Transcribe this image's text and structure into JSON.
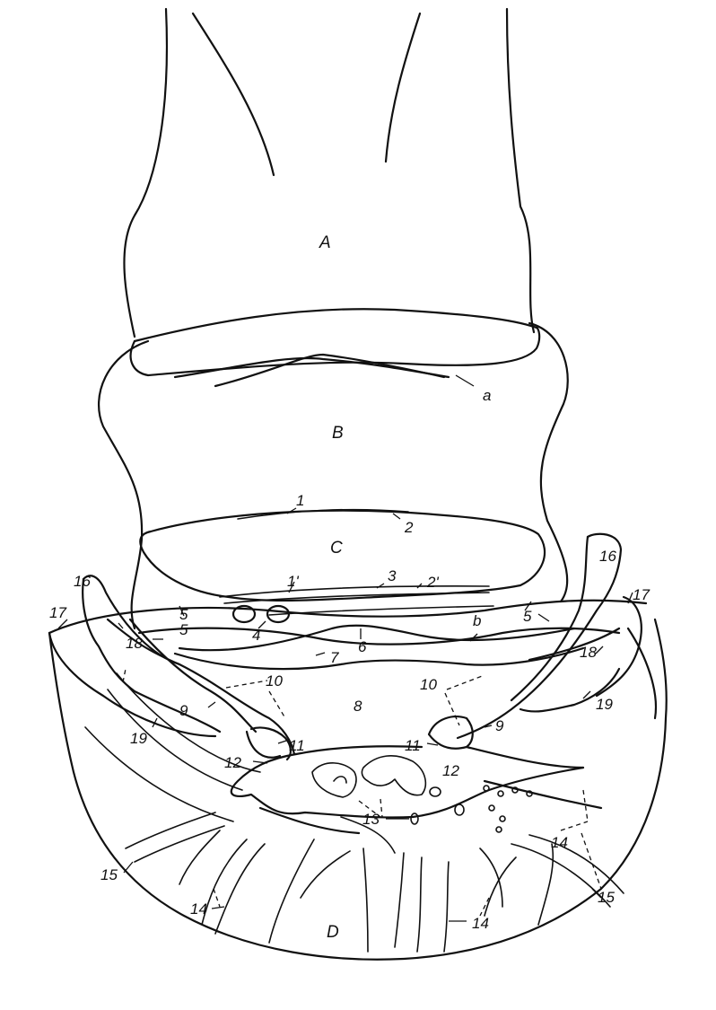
{
  "labels": {
    "A": "A",
    "B": "B",
    "C": "C",
    "D": "D",
    "a": "a",
    "b": "b",
    "n1": "1",
    "n1p": "1'",
    "n2": "2",
    "n2p": "2'",
    "n3": "3",
    "n4": "4",
    "n5": "5",
    "n6": "6",
    "n7": "7",
    "n8": "8",
    "n9": "9",
    "n10": "10",
    "n11": "11",
    "n12": "12",
    "n13": "13",
    "n14": "14",
    "n15": "15",
    "n16": "16",
    "n17": "17",
    "n18": "18",
    "n19": "19"
  },
  "colors": {
    "ink": "#111111",
    "paper": "#ffffff"
  }
}
